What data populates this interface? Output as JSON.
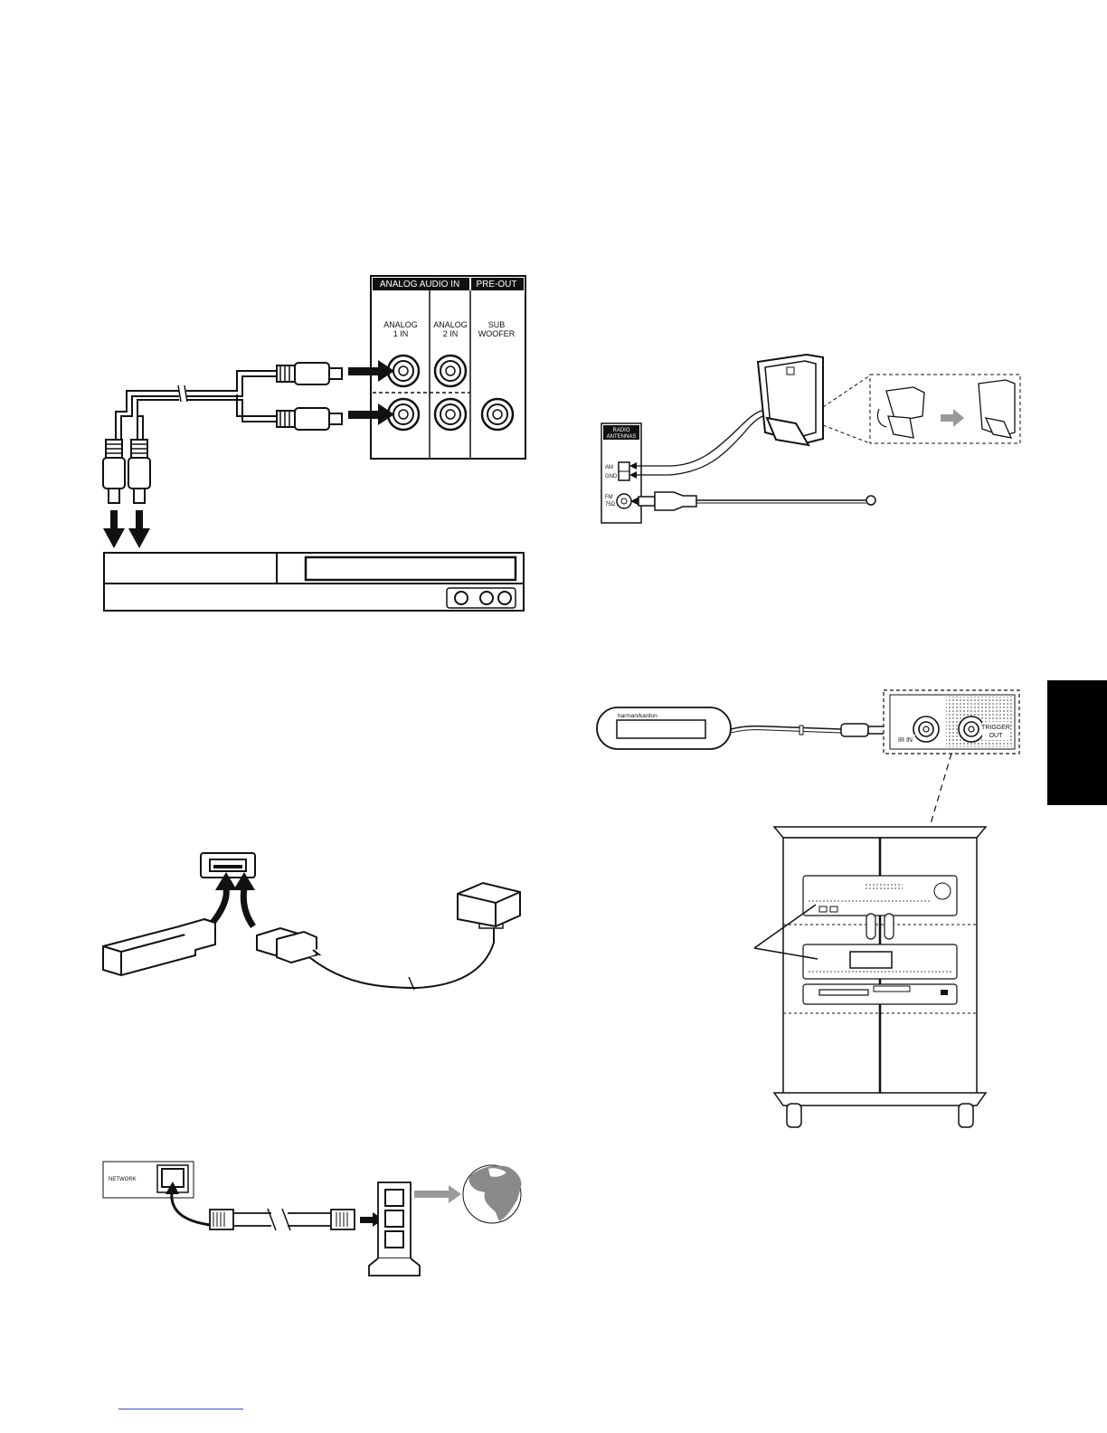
{
  "panel_analog": {
    "header_analog": "ANALOG AUDIO IN",
    "header_preout": "PRE-OUT",
    "col1": [
      "ANALOG",
      "1 IN"
    ],
    "col2": [
      "ANALOG",
      "2 IN"
    ],
    "col3": [
      "SUB",
      "WOOFER"
    ]
  },
  "panel_antenna": {
    "title": [
      "RADIO",
      "ANTENNAS"
    ],
    "am": "AM",
    "gnd": "GND",
    "fm": [
      "FM",
      "75Ω"
    ]
  },
  "ir_receiver": {
    "brand": "harman/kardon",
    "ir_in": "IR IN",
    "trigger": [
      "TRIGGER",
      "OUT"
    ]
  },
  "network": {
    "label": "NETWORK"
  },
  "colors": {
    "ink": "#111111",
    "arrow_gray": "#9a9a9a",
    "tab_marker": "#000000",
    "footer_link": "#3a4fd0"
  }
}
